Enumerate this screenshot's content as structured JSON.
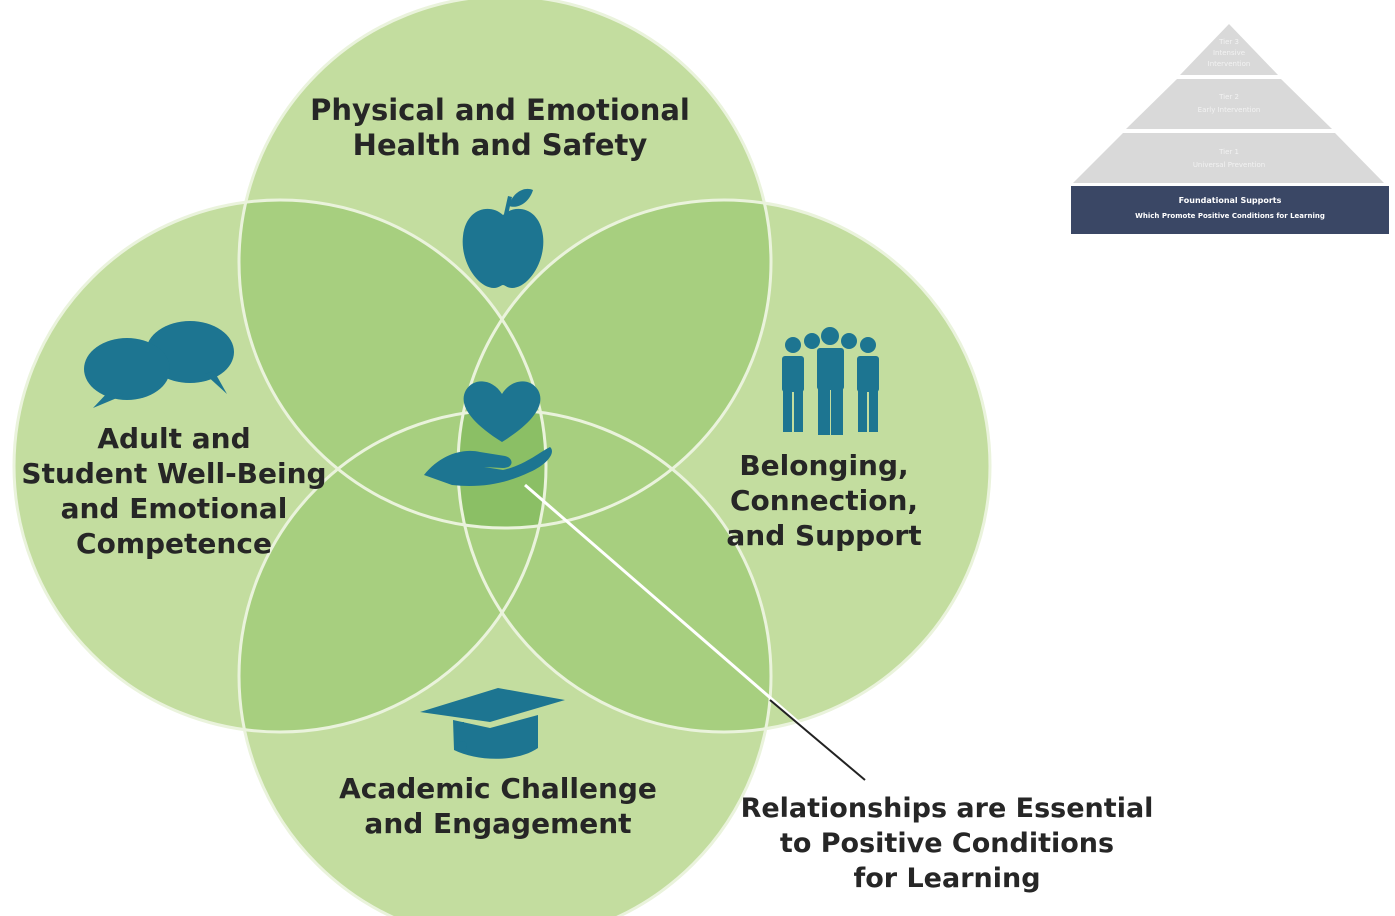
{
  "venn": {
    "top": [
      "Physical and Emotional",
      "Health and Safety"
    ],
    "left": [
      "Adult and",
      "Student Well-Being",
      "and Emotional",
      "Competence"
    ],
    "right": [
      "Belonging,",
      "Connection,",
      "and Support"
    ],
    "bottom": [
      "Academic Challenge",
      "and Engagement"
    ],
    "callout": [
      "Relationships are Essential",
      "to Positive Conditions",
      "for Learning"
    ]
  },
  "pyramid": {
    "tier3": [
      "Tier 3",
      "Intensive",
      "Intervention"
    ],
    "tier2": [
      "Tier 2",
      "Early Intervention"
    ],
    "tier1": [
      "Tier 1",
      "Universal Prevention"
    ],
    "base": [
      "Foundational Supports",
      "Which Promote Positive Conditions for Learning"
    ]
  },
  "colors": {
    "circle": "#c3dd9f",
    "overlap": "#a7cf7f",
    "center": "#8bbf65",
    "icon": "#1d7591",
    "text": "#262626",
    "pyramid_tier": "#d9d9d9",
    "pyramid_base": "#3a4765"
  },
  "icons": [
    "apple-icon",
    "speech-bubbles-icon",
    "people-group-icon",
    "graduation-cap-icon",
    "heart-in-hand-icon"
  ]
}
